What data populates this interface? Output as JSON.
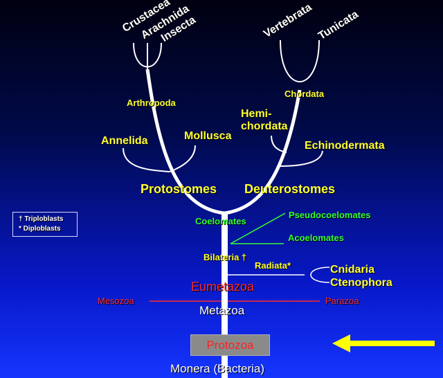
{
  "tips": {
    "crustacea": "Crustacea",
    "arachnida": "Arachnida",
    "insecta": "Insecta",
    "vertebrata": "Vertebrata",
    "tunicata": "Tunicata"
  },
  "labels": {
    "arthropoda": "Arthropoda",
    "chordata": "Chordata",
    "annelida": "Annelida",
    "mollusca": "Mollusca",
    "hemichordata_line1": "Hemi-",
    "hemichordata_line2": "chordata",
    "echinodermata": "Echinodermata",
    "protostomes": "Protostomes",
    "deuterostomes": "Deuterostomes",
    "coelomates": "Coelomates",
    "pseudocoelomates": "Pseudocoelomates",
    "acoelomates": "Acoelomates",
    "bilateria": "Bilateria †",
    "radiata": "Radiata*",
    "cnidaria": "Cnidaria",
    "ctenophora": "Ctenophora",
    "eumetazoa": "Eumetazoa",
    "mesozoa": "Mesozoa",
    "parazoa": "Parazoa",
    "metazoa": "Metazoa",
    "protozoa": "Protozoa",
    "monera": "Monera (Bacteria)"
  },
  "legend": {
    "triploblasts": "† Triploblasts",
    "diploblasts": "*  Diploblasts"
  },
  "colors": {
    "branch": "#ffffff",
    "major_label": "#ffff33",
    "coelom_label": "#33ff33",
    "side_group": "#ff2a2a",
    "arrow": "#ffff00",
    "protozoa_box": "#8a8a8a"
  }
}
